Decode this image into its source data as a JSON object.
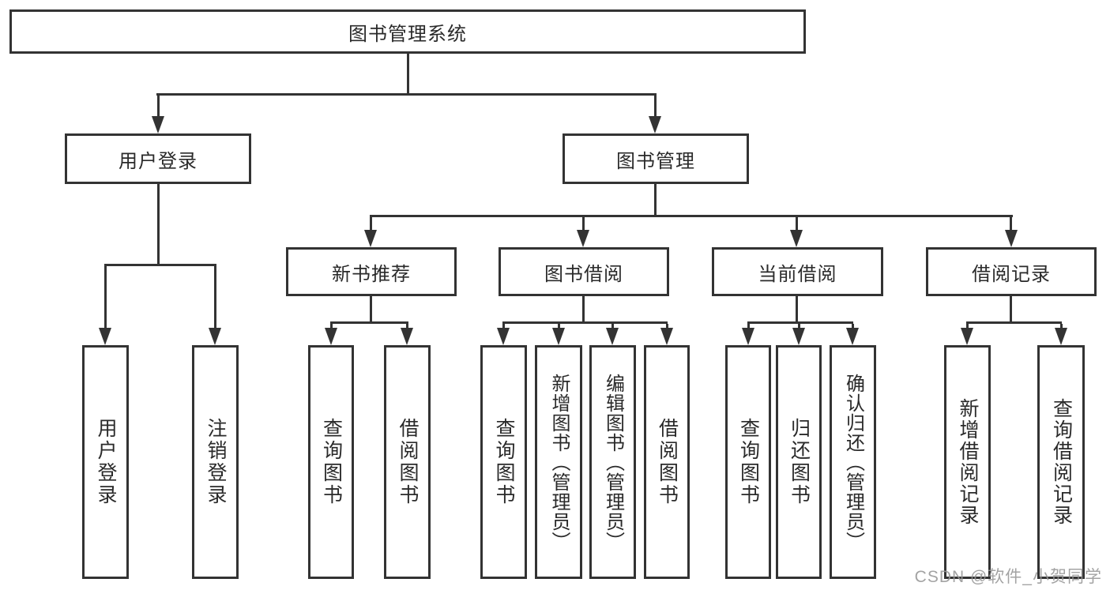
{
  "diagram": {
    "root": {
      "label": "图书管理系统"
    },
    "level2": [
      {
        "label": "用户登录",
        "children": [
          {
            "label": "用户登录"
          },
          {
            "label": "注销登录"
          }
        ]
      },
      {
        "label": "图书管理",
        "children": [
          {
            "label": "新书推荐",
            "children": [
              {
                "label": "查询图书"
              },
              {
                "label": "借阅图书"
              }
            ]
          },
          {
            "label": "图书借阅",
            "children": [
              {
                "label": "查询图书"
              },
              {
                "label": "新增图书（管理员）"
              },
              {
                "label": "编辑图书（管理员）"
              },
              {
                "label": "借阅图书"
              }
            ]
          },
          {
            "label": "当前借阅",
            "children": [
              {
                "label": "查询图书"
              },
              {
                "label": "归还图书"
              },
              {
                "label": "确认归还（管理员）"
              }
            ]
          },
          {
            "label": "借阅记录",
            "children": [
              {
                "label": "新增借阅记录"
              },
              {
                "label": "查询借阅记录"
              }
            ]
          }
        ]
      }
    ]
  },
  "watermark": {
    "text": "CSDN @软件_小贺同学"
  },
  "colors": {
    "line": "#333333",
    "bg": "#ffffff",
    "text": "#2a2a2a",
    "watermark": "#979797"
  }
}
